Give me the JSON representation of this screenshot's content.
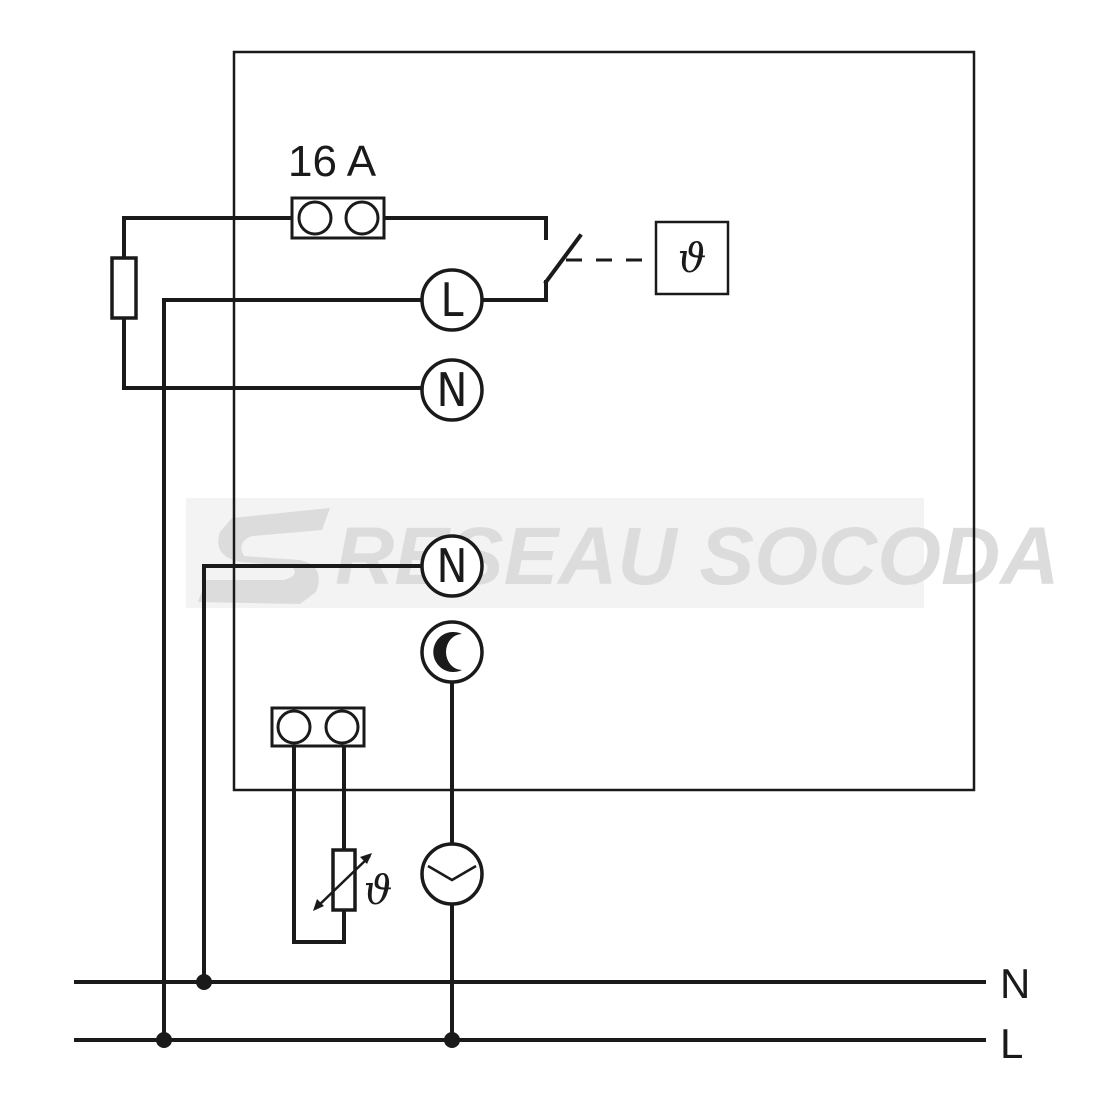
{
  "fuse_label": "16 A",
  "terminals": {
    "l_top": "L",
    "n_top": "N",
    "n_bottom": "N"
  },
  "rails": {
    "neutral": "N",
    "live": "L"
  },
  "symbols": {
    "thermostat": "ϑ",
    "sensor": "ϑ"
  },
  "watermark": "RESEAU SOCODA",
  "icons": [
    "moon-icon",
    "clock-icon",
    "resistor-icon",
    "switch-icon",
    "variable-resistor-icon",
    "logo-s-icon"
  ]
}
